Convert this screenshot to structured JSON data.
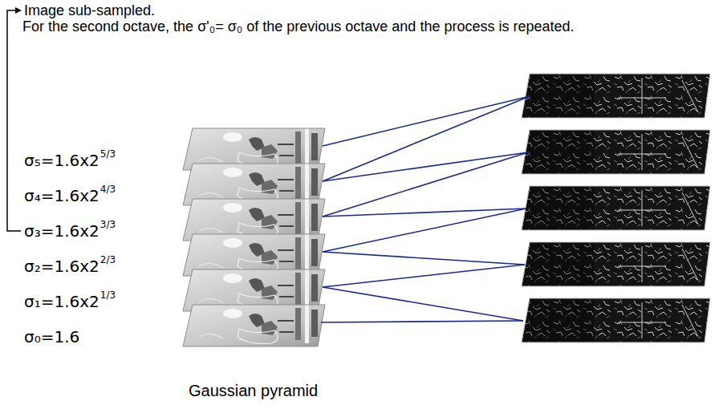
{
  "diagram": {
    "caption": "Gaussian pyramid",
    "labels": [
      "Image sub-sampled.",
      "For the second octave, the σ'₀= σ₀ of the previous octave and the process is repeated.",
      "σ₅=1.6x2",
      "5/3",
      "σ₄=1.6x2",
      "4/3",
      "σ₃=1.6x2",
      "3/3",
      "σ₂=1.6x2",
      "2/3",
      "σ₁=1.6x2",
      "1/3",
      "σ₀=1.6"
    ]
  }
}
